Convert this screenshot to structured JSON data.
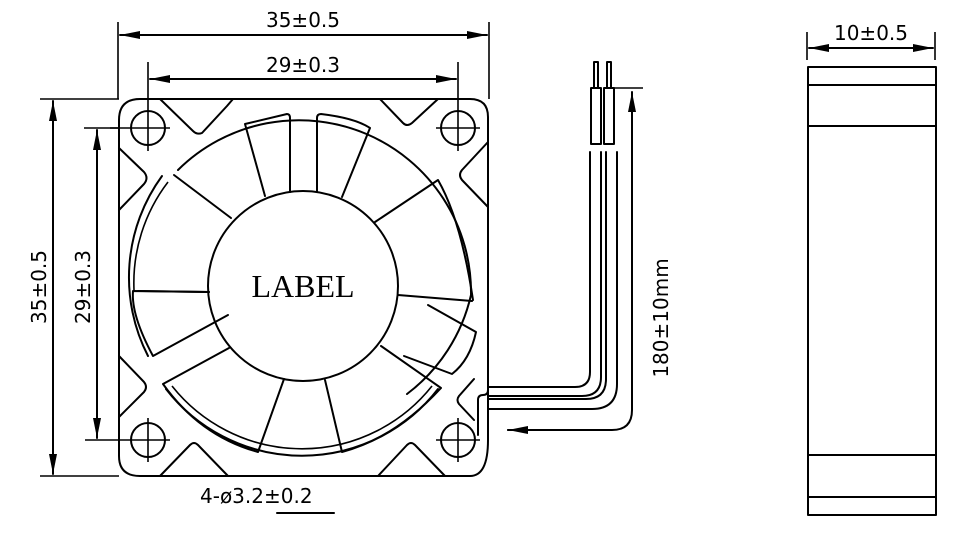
{
  "drawing": {
    "title": "35x35x10mm DC fan dimension drawing",
    "front_view": {
      "overall_width": "35±0.5",
      "hole_spacing_width": "29±0.3",
      "overall_height": "35±0.5",
      "hole_spacing_height": "29±0.3",
      "hub_label": "LABEL",
      "mounting_holes": "4-ø3.2±0.2",
      "mounting_holes_prefix": "4-ø3.",
      "mounting_holes_underlined": "2±0.2",
      "lead_length": "180±10mm",
      "blade_count": 7
    },
    "side_view": {
      "thickness": "10±0.5"
    },
    "colors": {
      "line": "#000000",
      "background": "#ffffff"
    }
  }
}
